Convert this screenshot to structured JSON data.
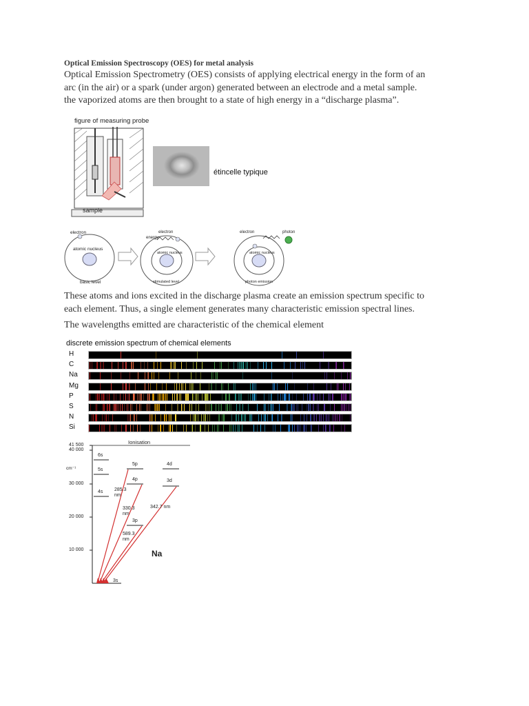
{
  "heading": "Optical Emission Spectroscopy (OES) for metal analysis",
  "intro_lines": [
    "Optical Emission Spectrometry (OES) consists of applying electrical energy in the form of an",
    "arc (in the air) or a spark (under argon) generated between an electrode and a metal sample.",
    "the vaporized atoms are then brought to a state of high energy in a “discharge plasma”."
  ],
  "probe_figure": {
    "caption": "figure of measuring probe",
    "sample_label": "sample",
    "spark_label": "étincelle typique"
  },
  "atom_figure": {
    "electron_label": "electron",
    "nucleus_label": "atomic nucleus",
    "basic_level": "basic level",
    "energy_label": "energy",
    "stimulated_level": "stimulated level",
    "photon_label": "photon",
    "photon_emission": "photon emission"
  },
  "emission_lines": [
    "These atoms and ions excited in the discharge plasma create an emission spectrum specific to",
    "each element. Thus, a single element generates many characteristic emission spectral lines."
  ],
  "wavelength_text": "The wavelengths emitted are characteristic of the chemical element",
  "spectrum": {
    "title": "discrete emission spectrum of chemical elements",
    "elements": [
      "H",
      "C",
      "Na",
      "Mg",
      "P",
      "S",
      "N",
      "Si"
    ]
  },
  "energy_diagram": {
    "ionisation": "Ionisation",
    "unit": "cm⁻¹",
    "y_ticks": [
      "41 500",
      "40 000",
      "30 000",
      "20 000",
      "10 000"
    ],
    "levels": [
      "6s",
      "5s",
      "4s",
      "5p",
      "4p",
      "3p",
      "4d",
      "3d",
      "3s"
    ],
    "transitions": [
      {
        "top": "285.3",
        "unit": "nm"
      },
      {
        "top": "330.3",
        "unit": "nm"
      },
      {
        "top": "589.3",
        "unit": "nm"
      }
    ],
    "transition_342": "342.7 nm",
    "element": "Na"
  }
}
